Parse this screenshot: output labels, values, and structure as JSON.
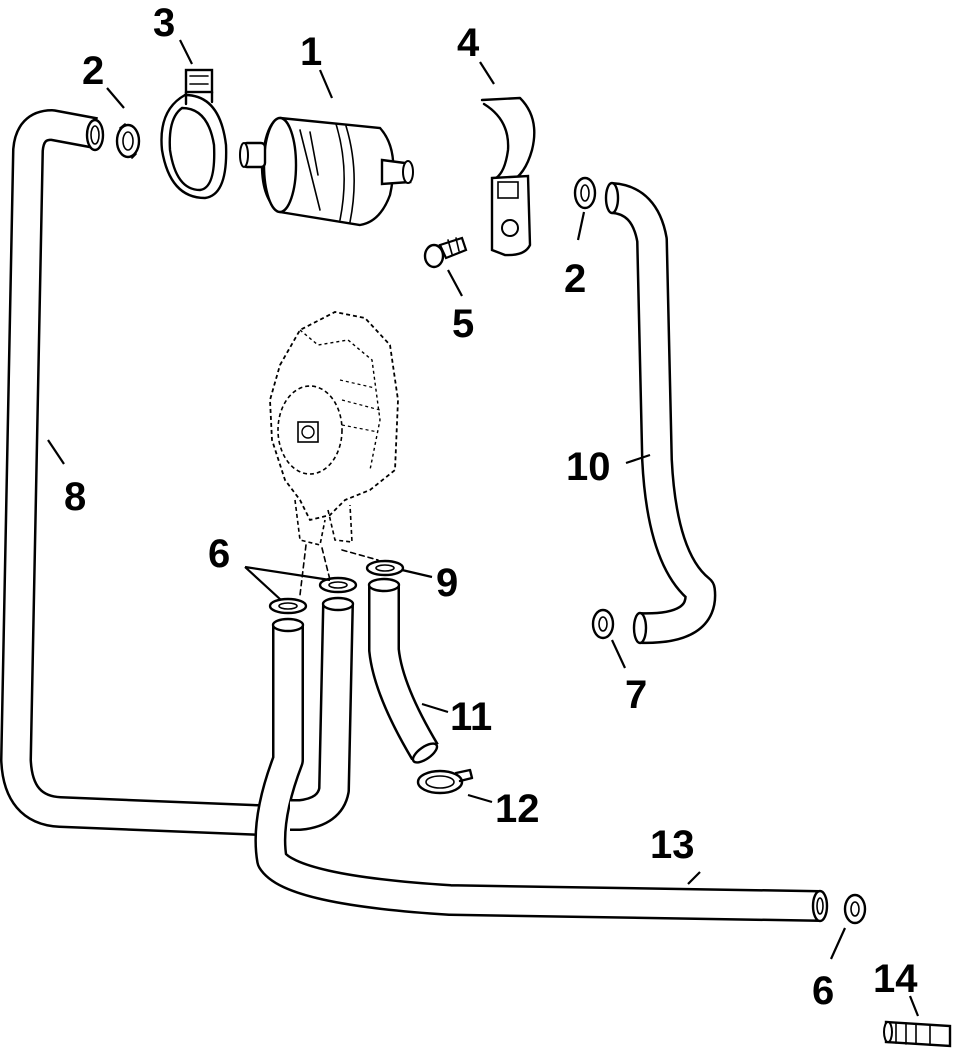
{
  "callouts": {
    "c1": "1",
    "c2a": "2",
    "c2b": "2",
    "c3": "3",
    "c4": "4",
    "c5": "5",
    "c6a": "6",
    "c6b": "6",
    "c7": "7",
    "c8": "8",
    "c9": "9",
    "c10": "10",
    "c11": "11",
    "c12": "12",
    "c13": "13",
    "c14": "14"
  }
}
